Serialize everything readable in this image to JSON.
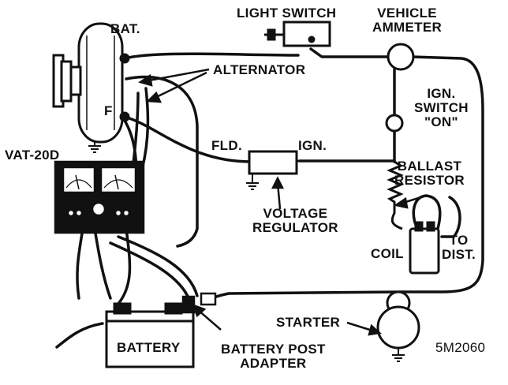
{
  "labels": {
    "bat": "BAT.",
    "light_switch": "LIGHT SWITCH",
    "vehicle_ammeter": "VEHICLE\nAMMETER",
    "alternator": "ALTERNATOR",
    "ign_switch": "IGN.\nSWITCH\n\"ON\"",
    "f": "F",
    "vat": "VAT-20D",
    "fld": "FLD.",
    "ign": "IGN.",
    "ballast_resistor": "BALLAST\nRESISTOR",
    "voltage_regulator": "VOLTAGE\nREGULATOR",
    "coil": "COIL",
    "to_dist": "TO\nDIST.",
    "starter": "STARTER",
    "battery": "BATTERY",
    "battery_post_adapter": "BATTERY POST\nADAPTER",
    "figure_code": "5M2060"
  },
  "colors": {
    "ink": "#111111",
    "background": "#ffffff"
  }
}
